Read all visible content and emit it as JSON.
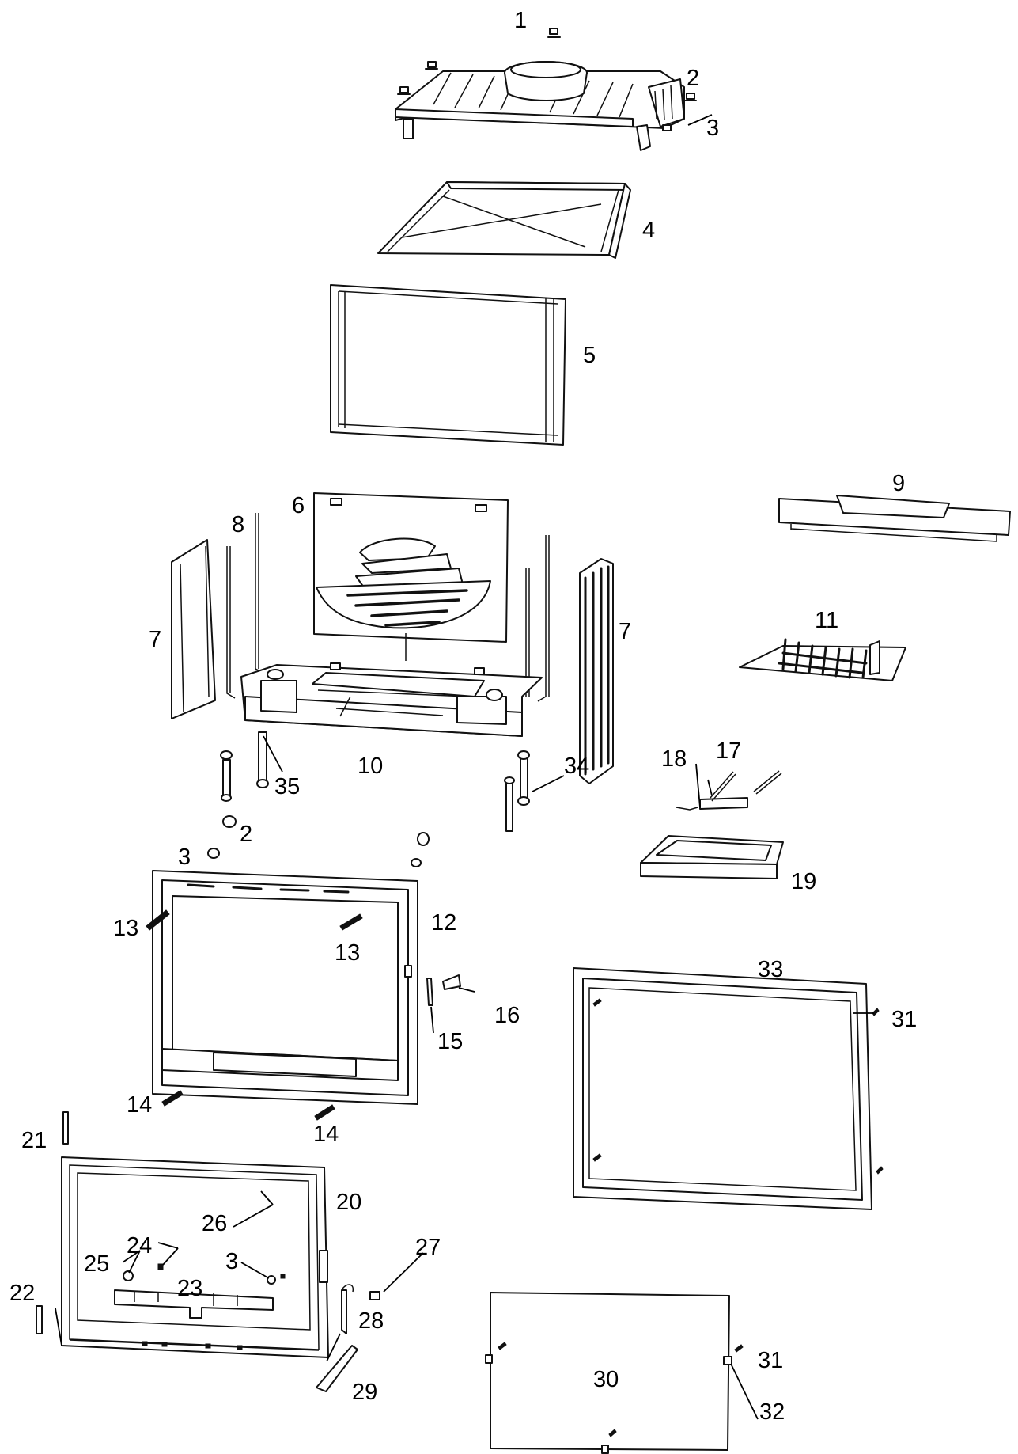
{
  "diagram": {
    "callouts": [
      {
        "id": "c1",
        "text": "1"
      },
      {
        "id": "c2a",
        "text": "2"
      },
      {
        "id": "c3a",
        "text": "3"
      },
      {
        "id": "c4",
        "text": "4"
      },
      {
        "id": "c5",
        "text": "5"
      },
      {
        "id": "c6",
        "text": "6"
      },
      {
        "id": "c8",
        "text": "8"
      },
      {
        "id": "c7a",
        "text": "7"
      },
      {
        "id": "c7b",
        "text": "7"
      },
      {
        "id": "c9",
        "text": "9"
      },
      {
        "id": "c10",
        "text": "10"
      },
      {
        "id": "c11",
        "text": "11"
      },
      {
        "id": "c17",
        "text": "17"
      },
      {
        "id": "c18",
        "text": "18"
      },
      {
        "id": "c35",
        "text": "35"
      },
      {
        "id": "c34",
        "text": "34"
      },
      {
        "id": "c2b",
        "text": "2"
      },
      {
        "id": "c3b",
        "text": "3"
      },
      {
        "id": "c19",
        "text": "19"
      },
      {
        "id": "c12",
        "text": "12"
      },
      {
        "id": "c13a",
        "text": "13"
      },
      {
        "id": "c13b",
        "text": "13"
      },
      {
        "id": "c33",
        "text": "33"
      },
      {
        "id": "c31a",
        "text": "31"
      },
      {
        "id": "c16",
        "text": "16"
      },
      {
        "id": "c15",
        "text": "15"
      },
      {
        "id": "c14a",
        "text": "14"
      },
      {
        "id": "c14b",
        "text": "14"
      },
      {
        "id": "c21",
        "text": "21"
      },
      {
        "id": "c20",
        "text": "20"
      },
      {
        "id": "c26",
        "text": "26"
      },
      {
        "id": "c24",
        "text": "24"
      },
      {
        "id": "c25",
        "text": "25"
      },
      {
        "id": "c3c",
        "text": "3"
      },
      {
        "id": "c23",
        "text": "23"
      },
      {
        "id": "c27",
        "text": "27"
      },
      {
        "id": "c22",
        "text": "22"
      },
      {
        "id": "c28",
        "text": "28"
      },
      {
        "id": "c29",
        "text": "29"
      },
      {
        "id": "c30",
        "text": "30"
      },
      {
        "id": "c31b",
        "text": "31"
      },
      {
        "id": "c32",
        "text": "32"
      }
    ]
  }
}
